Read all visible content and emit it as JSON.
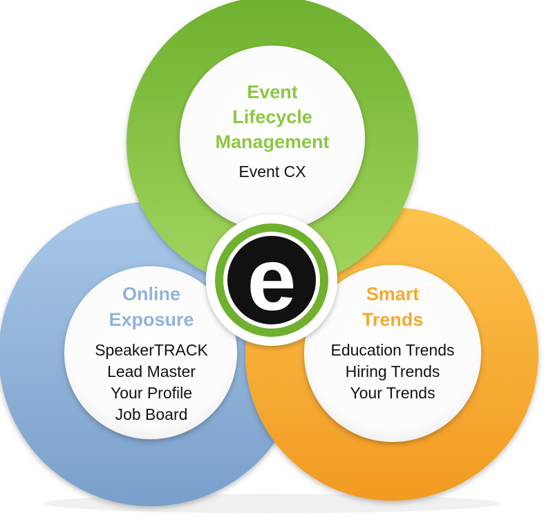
{
  "colors": {
    "green": "#7cbf3c",
    "green_light": "#9ed55a",
    "blue": "#8fb3dc",
    "blue_light": "#a9c7e8",
    "orange": "#f5a92f",
    "orange_light": "#fcc44e",
    "title_green": "#8cc63f",
    "title_blue": "#8fb3dc",
    "title_orange": "#f6a830",
    "logo_black": "#111111"
  },
  "logo": {
    "icon": "e-logo-icon",
    "letter": "e"
  },
  "circles": {
    "top": {
      "title_lines": [
        "Event",
        "Lifecycle",
        "Management"
      ],
      "items": [
        "Event CX"
      ]
    },
    "left": {
      "title_lines": [
        "Online",
        "Exposure"
      ],
      "items": [
        "SpeakerTRACK",
        "Lead Master",
        "Your Profile",
        "Job Board"
      ]
    },
    "right": {
      "title_lines": [
        "Smart",
        "Trends"
      ],
      "items": [
        "Education Trends",
        "Hiring Trends",
        "Your Trends"
      ]
    }
  }
}
